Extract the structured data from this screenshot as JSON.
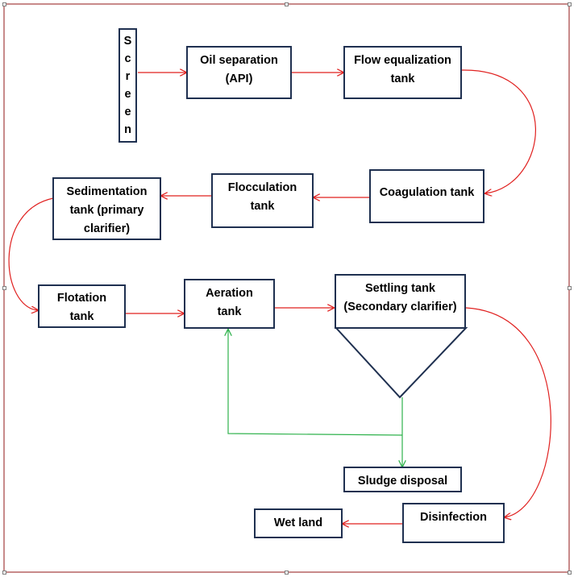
{
  "nodes": {
    "screen": {
      "letters": [
        "S",
        "c",
        "r",
        "e",
        "e",
        "n"
      ]
    },
    "oil_separation": "Oil separation\n(API)",
    "flow_equalization": "Flow equalization\ntank",
    "coagulation": "Coagulation tank",
    "flocculation": "Flocculation\ntank",
    "sedimentation": "Sedimentation\ntank (primary\nclarifier)",
    "flotation": "Flotation\ntank",
    "aeration": "Aeration\ntank",
    "settling": "Settling tank\n(Secondary clarifier)",
    "sludge_disposal": "Sludge disposal",
    "disinfection": "Disinfection",
    "wet_land": "Wet land"
  },
  "colors": {
    "flow_arrow": "#e0201f",
    "return_sludge_arrow": "#2fb24c",
    "box_border": "#1f3050",
    "frame_border": "#a33c3c"
  }
}
